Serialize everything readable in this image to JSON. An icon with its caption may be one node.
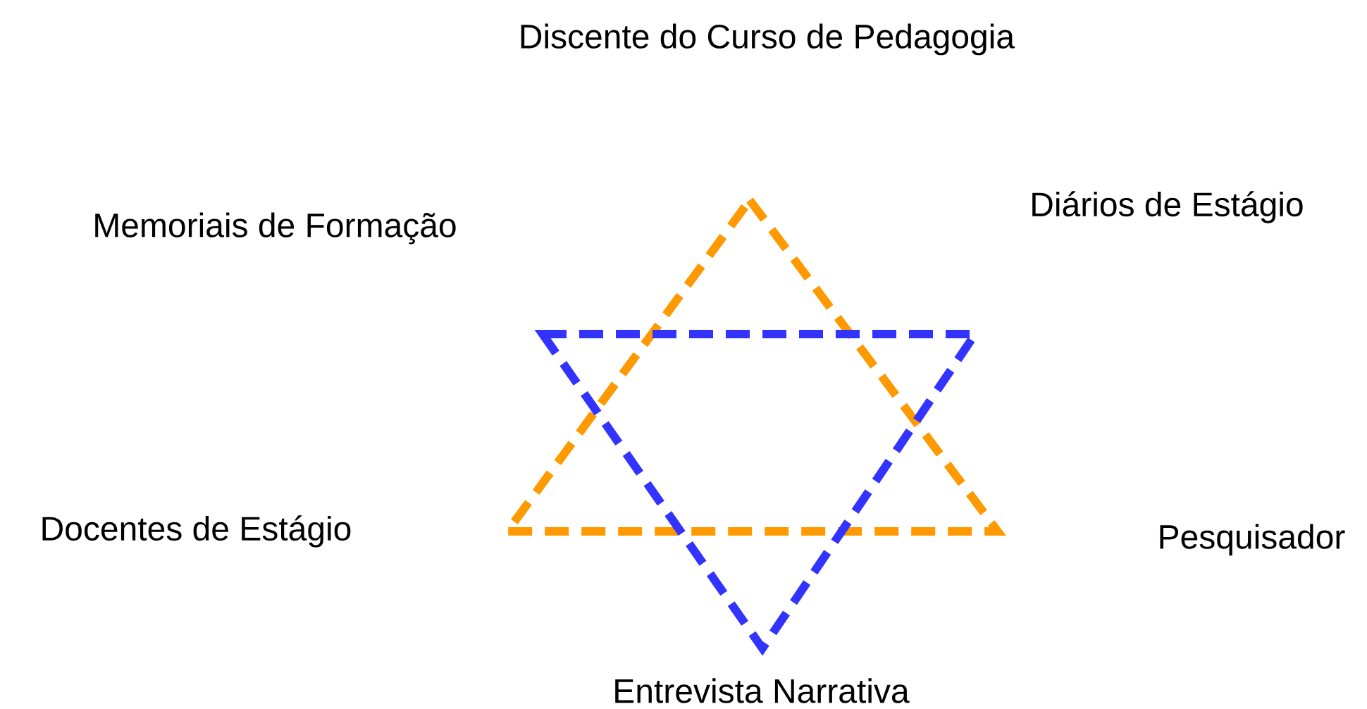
{
  "diagram": {
    "labels": [
      "Discente do Curso de Pedagogia",
      "Diários de Estágio",
      "Memoriais de Formação",
      "Docentes de Estágio",
      "Pesquisador",
      "Entrevista Narrativa"
    ]
  }
}
